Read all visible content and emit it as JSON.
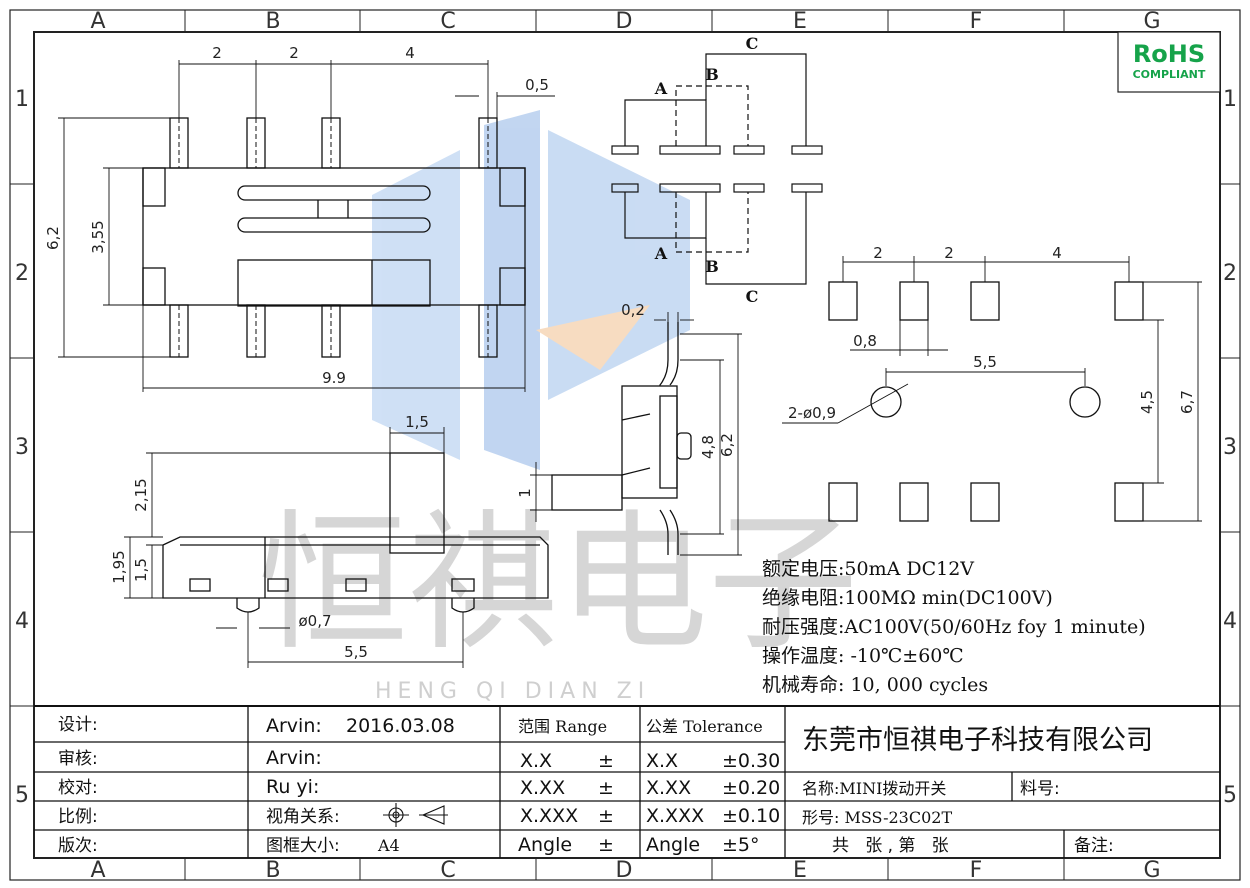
{
  "border": {
    "columns": [
      "A",
      "B",
      "C",
      "D",
      "E",
      "F",
      "G"
    ],
    "rows": [
      "1",
      "2",
      "3",
      "4",
      "5"
    ]
  },
  "rohs": {
    "line1": "RoHS",
    "line2": "COMPLIANT"
  },
  "watermark": {
    "chars": "恒祺电子",
    "pinyin": "HENG QI DIAN ZI"
  },
  "top_view": {
    "dims": {
      "p1": "2",
      "p2": "2",
      "p3": "4",
      "pin_w": "0,5",
      "total_h": "6,2",
      "body_h": "3,55",
      "length": "9.9"
    }
  },
  "front_view": {
    "dims": {
      "knob_w": "1,5",
      "knob_h": "2,15",
      "total_h": "1,95",
      "body_h": "1,5",
      "peg_d": "ø0,7",
      "peg_pitch": "5,5"
    }
  },
  "schematic": {
    "label_a_top": "A",
    "label_b_top": "B",
    "label_c_top": "C",
    "label_a_bot": "A",
    "label_b_bot": "B",
    "label_c_bot": "C"
  },
  "side_view": {
    "dims": {
      "t": "0,2",
      "h1": "4,8",
      "h2": "6,2",
      "k": "1"
    }
  },
  "pcb_layout": {
    "dims": {
      "p1": "2",
      "p2": "2",
      "p3": "4",
      "pad_w": "0,8",
      "hole_pitch": "5,5",
      "holes": "2-ø0,9",
      "inner": "4,5",
      "outer": "6,7"
    }
  },
  "specs": [
    "额定电压:50mA DC12V",
    "绝缘电阻:100MΩ min(DC100V)",
    "耐压强度:AC100V(50/60Hz foy 1 minute)",
    "操作温度: -10℃±60℃",
    "机械寿命: 10, 000 cycles"
  ],
  "title_block": {
    "labels": [
      "设计:",
      "审核:",
      "校对:",
      "比例:",
      "版次:"
    ],
    "designer": "Arvin:",
    "date": "2016.03.08",
    "reviewer": "Arvin:",
    "checker": "Ru yi:",
    "view_relation": "视角关系:",
    "frame_size_label": "图框大小:",
    "frame_size": "A4",
    "range_header": "范围 Range",
    "tolerance_header": "公差 Tolerance",
    "range_rows": [
      {
        "range": "X.X",
        "sym": "±",
        "tol_key": "X.X",
        "tol": "±0.30"
      },
      {
        "range": "X.XX",
        "sym": "±",
        "tol_key": "X.XX",
        "tol": "±0.20"
      },
      {
        "range": "X.XXX",
        "sym": "±",
        "tol_key": "X.XXX",
        "tol": "±0.10"
      },
      {
        "range": "Angle",
        "sym": "±",
        "tol_key": "Angle",
        "tol": "±5°"
      }
    ],
    "company": "东莞市恒祺电子科技有限公司",
    "name": "名称:MINI拨动开关",
    "part_no": "料号:",
    "model": "形号: MSS-23C02T",
    "sheets": "共   张 , 第   张",
    "remark": "备注:"
  }
}
